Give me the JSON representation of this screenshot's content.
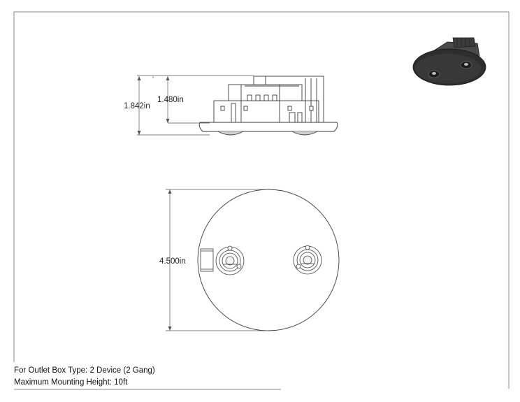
{
  "dimensions": {
    "overall_height": "1.842in",
    "body_height": "1.480in",
    "diameter": "4.500in"
  },
  "notes": {
    "outlet_box": "For Outlet Box Type: 2 Device (2 Gang)",
    "mounting_height": "Maximum Mounting Height: 10ft"
  },
  "colors": {
    "line": "#3a3a3a",
    "dim_line": "#555555",
    "frame": "#888888",
    "fill_light": "#ffffff",
    "product_dark": "#2e2e2e"
  }
}
